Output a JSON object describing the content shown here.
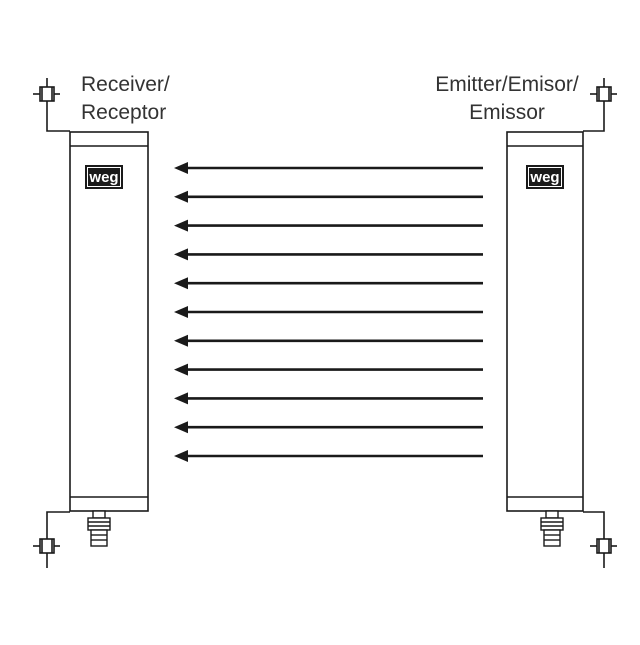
{
  "receiver": {
    "label_line1": "Receiver/",
    "label_line2": "Receptor",
    "logo": "weg"
  },
  "emitter": {
    "label_line1": "Emitter/Emisor/",
    "label_line2": "Emissor",
    "logo": "weg"
  },
  "beams": {
    "count": 11,
    "direction": "right-to-left"
  },
  "colors": {
    "line": "#1a1a1a",
    "label": "#333333"
  }
}
